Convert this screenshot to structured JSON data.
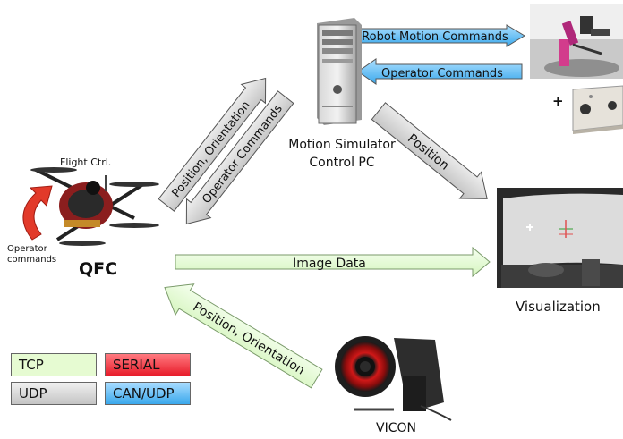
{
  "nodes": {
    "qfc": "QFC",
    "flight_ctrl": "Flight Ctrl.",
    "operator_commands_small_1": "Operator",
    "operator_commands_small_2": "commands",
    "pc_line1": "Motion Simulator",
    "pc_line2": "Control PC",
    "visualization": "Visualization",
    "vicon": "VICON",
    "plus": "+"
  },
  "edges": {
    "robot_motion": "Robot Motion Commands",
    "operator_commands_top": "Operator Commands",
    "position_orientation_up": "Position, Orientation",
    "operator_commands_down": "Operator Commands",
    "position": "Position",
    "image_data": "Image Data",
    "position_orientation_vicon": "Position, Orientation"
  },
  "legend": {
    "tcp": "TCP",
    "serial": "SERIAL",
    "udp": "UDP",
    "can_udp": "CAN/UDP"
  },
  "colors": {
    "tcp": "#e6fbd2",
    "serial": "#ee3344",
    "udp": "#d9d9d9",
    "can_udp": "#4fb6f0"
  },
  "icons": {
    "pc": "desktop-tower-icon",
    "robot": "robot-motion-platform-photo",
    "joystick": "control-panel-photo",
    "quad": "quadcopter-photo",
    "screen": "visualization-screen-photo",
    "vicon": "vicon-camera-photo"
  }
}
